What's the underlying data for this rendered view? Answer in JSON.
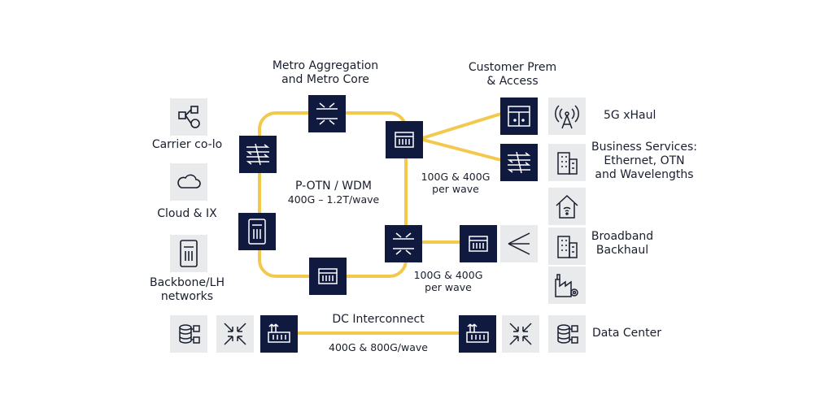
{
  "labels": {
    "metro_title": [
      "Metro Aggregation",
      "and Metro Core"
    ],
    "customer_title": [
      "Customer Prem",
      "& Access"
    ],
    "ring_title": "P-OTN / WDM",
    "ring_sub": "400G – 1.2T/wave",
    "wave_top": [
      "100G & 400G",
      "per wave"
    ],
    "wave_bottom": [
      "100G & 400G",
      "per wave"
    ],
    "carrier": "Carrier co-lo",
    "cloud": "Cloud & IX",
    "backbone": [
      "Backbone/LH",
      "networks"
    ],
    "xhaul": "5G xHaul",
    "business": [
      "Business Services:",
      "Ethernet, OTN",
      "and Wavelengths"
    ],
    "broadband": [
      "Broadband",
      "Backhaul"
    ],
    "dci_title": "DC Interconnect",
    "dci_sub": "400G & 800G/wave",
    "datacenter": "Data Center"
  },
  "icons": {
    "carrier": "network-nodes-icon",
    "cloud": "cloud-icon",
    "backbone": "router-chassis-icon",
    "xhaul": "antenna-icon",
    "business": "office-building-icon",
    "home": "smart-home-icon",
    "building": "building-icon",
    "factory": "factory-icon",
    "database": "database-icon",
    "cross_connect": "cross-connect-icon",
    "splitter": "splitter-icon"
  },
  "colors": {
    "link": "#f2c94c",
    "node": "#101a3f",
    "tile": "#e9eaec",
    "text": "#1a1f2e"
  }
}
